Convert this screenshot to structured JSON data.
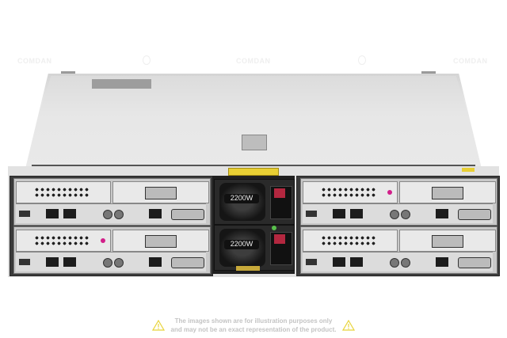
{
  "product": {
    "description": "2U four-node rack server, rear view",
    "nodes": 4,
    "psu_count": 2,
    "psu_labels": [
      "2200W",
      "2200W"
    ]
  },
  "watermark": {
    "text": "COMDAN"
  },
  "disclaimer": {
    "line1": "The images shown are for illustration purposes only",
    "line2": "and may not be an exact representation of the product.",
    "icon": "warning-triangle-icon",
    "icon_color": "#e8d43a",
    "text_color": "#c4c4c4"
  }
}
